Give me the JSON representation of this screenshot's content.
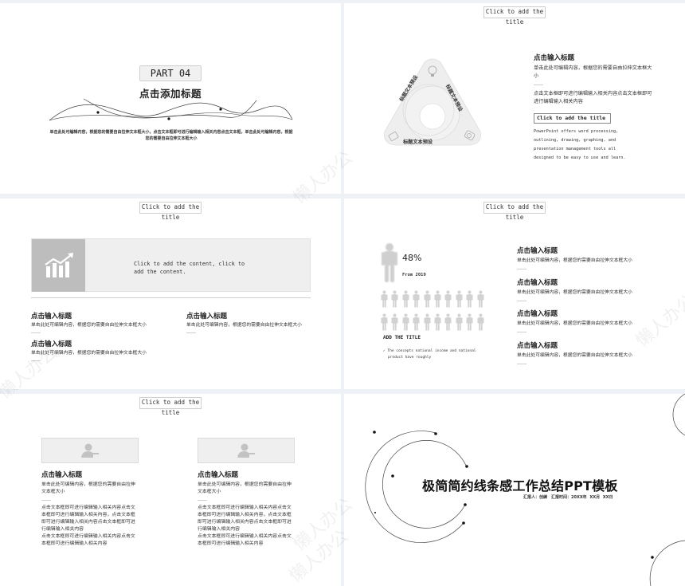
{
  "colors": {
    "background": "#eef2f7",
    "slide": "#ffffff",
    "placeholder_gray": "#bdbdbd",
    "panel_gray": "#efefef",
    "text": "#222222"
  },
  "placeholder_title": {
    "line1": "Click to add the",
    "line2": "title"
  },
  "slide1": {
    "part_label": "PART 04",
    "title": "点击添加标题",
    "body": "单击此处可编辑内容，根据您的需要自由拉伸文本框大小，点击文本框即可进行编辑输入相关内容点击文本框，单击此处可编辑内容，根据您的需要自由拉伸文本框大小"
  },
  "slide2": {
    "cycle_labels": [
      "标题文本预设",
      "标题文本预设",
      "标题文本预设"
    ],
    "cycle_icons": [
      "lightbulb-icon",
      "tablet-icon",
      "camera-icon"
    ],
    "heading": "点击输入标题",
    "para1": "单击此处可编辑内容，根据您的需要自由拉伸文本框大小",
    "ellipsis": "……",
    "para2": "点击文本框即可进行编辑输入相关内容点击文本框即可进行编辑输入相关内容",
    "subtitle_box": "Click to add the title",
    "en_lines": [
      "PowerPoint offers word processing,",
      "outlining, drawing, graphing, and",
      "presentation management tools all",
      "designed to be easy to use and learn."
    ]
  },
  "slide3": {
    "banner_text_line1": "Click to add the content, click to",
    "banner_text_line2": "add the content.",
    "items": [
      {
        "heading": "点击输入标题",
        "body": "单击此处可编辑内容，根据您的需要自由拉伸文本框大小",
        "ellipsis": "……"
      },
      {
        "heading": "点击输入标题",
        "body": "单击此处可编辑内容，根据您的需要自由拉伸文本框大小",
        "ellipsis": "……"
      },
      {
        "heading": "点击输入标题",
        "body": "单击此处可编辑内容，根据您的需要自由拉伸文本框大小",
        "ellipsis": "……"
      }
    ]
  },
  "slide4": {
    "percent": "48%",
    "from": "From 2019",
    "people_count": 20,
    "add_title": "ADD THE TITLE",
    "concept_line1": "✓ The concepts national income and national",
    "concept_line2": "product have roughly",
    "items": [
      {
        "heading": "点击输入标题",
        "body": "单击此处可编辑内容，根据您的需要自由拉伸文本框大小",
        "ellipsis": "……"
      },
      {
        "heading": "点击输入标题",
        "body": "单击此处可编辑内容，根据您的需要自由拉伸文本框大小",
        "ellipsis": "……"
      },
      {
        "heading": "点击输入标题",
        "body": "单击此处可编辑内容，根据您的需要自由拉伸文本框大小",
        "ellipsis": "……"
      },
      {
        "heading": "点击输入标题",
        "body": "单击此处可编辑内容，根据您的需要自由拉伸文本框大小",
        "ellipsis": "……"
      }
    ]
  },
  "slide5": {
    "cards": [
      {
        "heading": "点击输入标题",
        "para1": "单击此处可编辑内容，根据您的需要自由拉伸文本框大小",
        "ellipsis": "……",
        "para2": "点击文本框即可进行编辑输入相关内容点击文本框即可进行编辑输入相关内容，点击文本框即可进行编辑输入相关内容点击文本框即可进行编辑输入相关内容",
        "para3": "点击文本框即可进行编辑输入相关内容点击文本框即可进行编辑输入相关内容"
      },
      {
        "heading": "点击输入标题",
        "para1": "单击此处可编辑内容，根据您的需要自由拉伸文本框大小",
        "ellipsis": "……",
        "para2": "点击文本框即可进行编辑输入相关内容点击文本框即可进行编辑输入相关内容，点击文本框即可进行编辑输入相关内容点击文本框即可进行编辑输入相关内容",
        "para3": "点击文本框即可进行编辑输入相关内容点击文本框即可进行编辑输入相关内容"
      }
    ]
  },
  "slide6": {
    "title": "极简简约线条感工作总结PPT模板",
    "subtitle": "汇报人：创練　汇报时间：20XX年 XX月 XX日"
  },
  "watermark": "懒人办公"
}
